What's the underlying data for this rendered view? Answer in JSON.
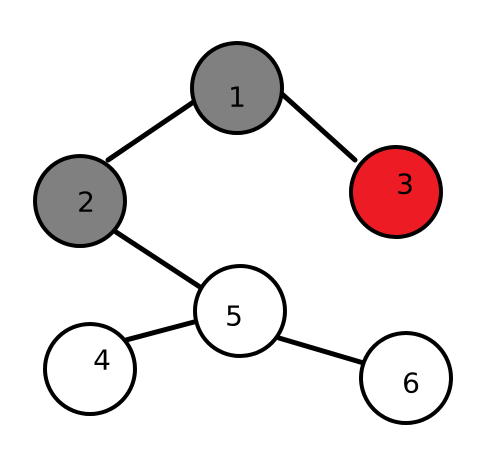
{
  "colors": {
    "gray": "#808080",
    "red": "#ed1c24",
    "white": "#ffffff"
  },
  "nodes": [
    {
      "id": "1",
      "label": "1",
      "fill": "gray"
    },
    {
      "id": "2",
      "label": "2",
      "fill": "gray"
    },
    {
      "id": "3",
      "label": "3",
      "fill": "red"
    },
    {
      "id": "4",
      "label": "4",
      "fill": "white"
    },
    {
      "id": "5",
      "label": "5",
      "fill": "white"
    },
    {
      "id": "6",
      "label": "6",
      "fill": "white"
    }
  ],
  "edges": [
    {
      "from": "1",
      "to": "2"
    },
    {
      "from": "1",
      "to": "3"
    },
    {
      "from": "2",
      "to": "5"
    },
    {
      "from": "5",
      "to": "4"
    },
    {
      "from": "5",
      "to": "6"
    }
  ]
}
